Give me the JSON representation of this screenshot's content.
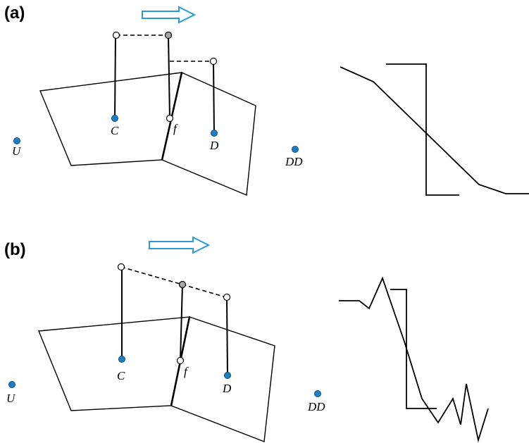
{
  "panels": [
    {
      "label": "(a)",
      "nodes": {
        "U": "U",
        "C": "C",
        "f": "f",
        "D": "D",
        "DD": "DD"
      }
    },
    {
      "label": "(b)",
      "nodes": {
        "U": "U",
        "C": "C",
        "f": "f",
        "D": "D",
        "DD": "DD"
      }
    }
  ],
  "colors": {
    "node_fill": "#1d7fc1",
    "reconstructed_point": "#a8a8a8",
    "flow_arrow": "#2a9bd5"
  },
  "icons": {
    "flow_direction": "hollow-right-arrow-icon"
  }
}
